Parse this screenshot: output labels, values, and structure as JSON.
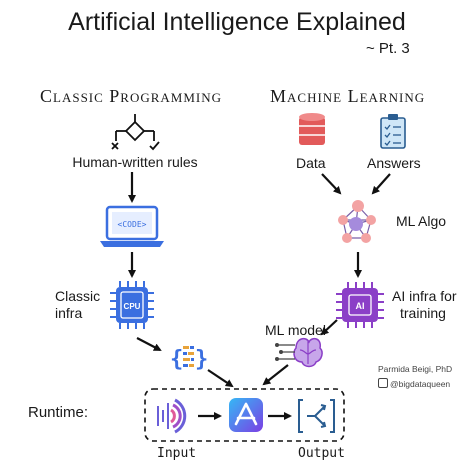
{
  "title": "Artificial Intelligence Explained",
  "subtitle": "~ Pt. 3",
  "left_column": {
    "heading": "Classic Programming",
    "rules_label": "Human-written rules",
    "code_text": "<CODE>",
    "infra_label_line1": "Classic",
    "infra_label_line2": "infra",
    "cpu_text": "CPU"
  },
  "right_column": {
    "heading": "Machine Learning",
    "data_label": "Data",
    "answers_label": "Answers",
    "algo_label": "ML Algo",
    "ai_infra_line1": "AI infra for",
    "ai_infra_line2": "training",
    "chip_text": "AI",
    "model_label": "ML model"
  },
  "runtime": {
    "label": "Runtime:",
    "input_label": "Input",
    "output_label": "Output"
  },
  "credit": {
    "author": "Parmida Beigi, PhD",
    "handle": "@bigdataqueen"
  },
  "colors": {
    "blue": "#3b6fe0",
    "purple": "#8b3fc7",
    "red": "#e25a5a",
    "black": "#111111"
  }
}
